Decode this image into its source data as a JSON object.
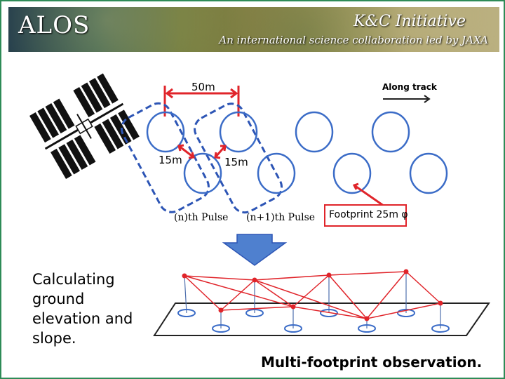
{
  "banner": {
    "left_title": "ALOS",
    "right_title": "K&C Initiative",
    "tagline": "An international science collaboration led by JAXA"
  },
  "diagram": {
    "spacing_label": "50m",
    "offset_left_label": "15m",
    "offset_right_label": "15m",
    "along_track_label": "Along track",
    "pulse_n_label": "(n)th Pulse",
    "pulse_n1_label": "(n+1)th Pulse",
    "footprint_label": "Footprint 25m φ"
  },
  "side_text": "Calculating ground elevation and slope.",
  "caption": "Multi-footprint observation.",
  "colors": {
    "footprint_outline": "#3b6cc7",
    "dashed_box": "#2d55b5",
    "measure_red": "#e0242a",
    "arrow_blue": "#4f80cf",
    "network_red": "#e0242a",
    "border_green": "#2e8b57"
  },
  "icons": [
    "satellite-icon",
    "down-arrow-icon"
  ]
}
